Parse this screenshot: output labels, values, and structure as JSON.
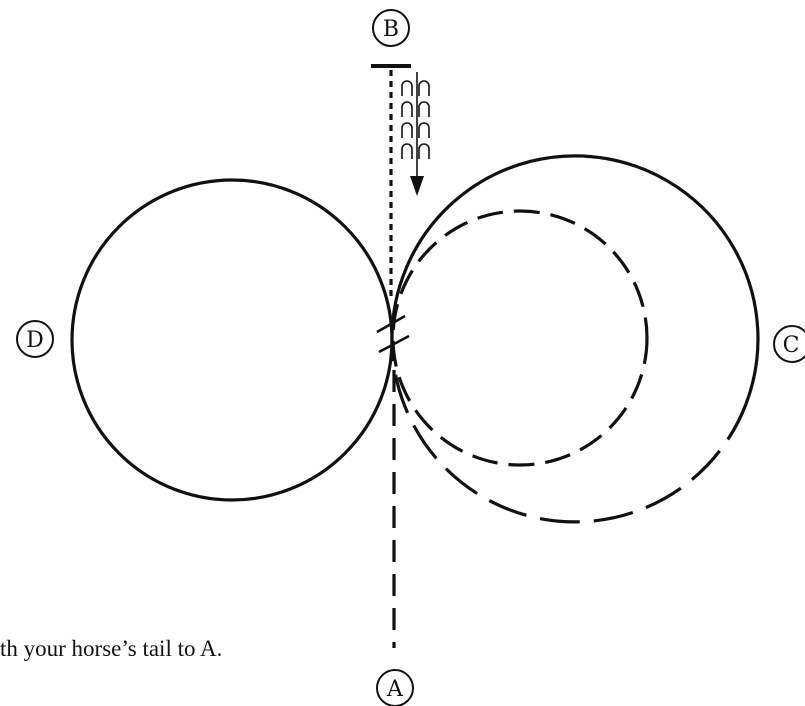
{
  "markers": {
    "A": "A",
    "B": "B",
    "C": "C",
    "D": "D"
  },
  "caption": "th your horse’s tail to A."
}
